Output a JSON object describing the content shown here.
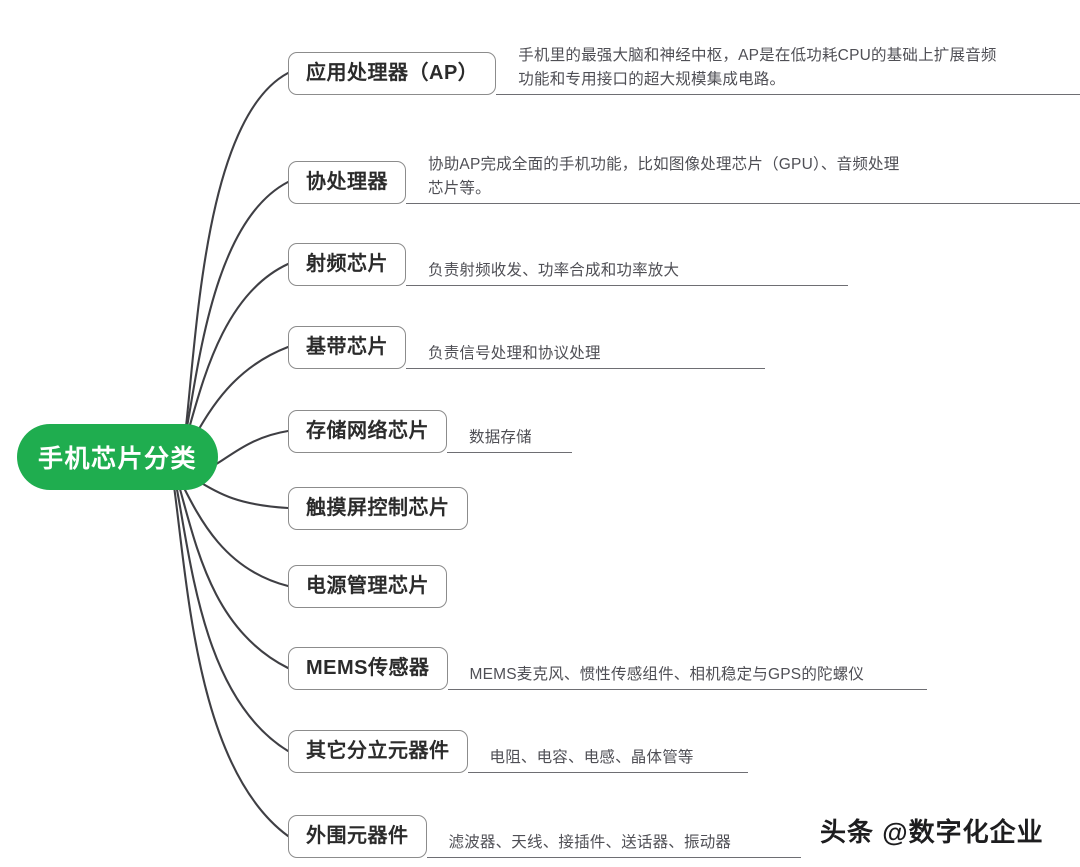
{
  "diagram": {
    "type": "mind-map",
    "orientation": "left-root-right-branches",
    "background_color": "#ffffff",
    "root": {
      "label": "手机芯片分类",
      "fill_color": "#1FAD4F",
      "text_color": "#ffffff"
    },
    "style": {
      "node_border_color": "#8c8c8c",
      "node_text_color": "#2b2b2b",
      "connector_color": "#3f3f44",
      "description_text_color": "#4f4f55",
      "description_rule_color": "#6e6e73"
    },
    "branches": [
      {
        "label": "应用处理器（AP）",
        "description": "手机里的最强大脑和神经中枢，AP是在低功耗CPU的基础上扩展音频\n功能和专用接口的超大规模集成电路。",
        "has_description": true
      },
      {
        "label": "协处理器",
        "description": "协助AP完成全面的手机功能，比如图像处理芯片（GPU）、音频处理\n芯片等。",
        "has_description": true
      },
      {
        "label": "射频芯片",
        "description": "负责射频收发、功率合成和功率放大",
        "has_description": true
      },
      {
        "label": "基带芯片",
        "description": "负责信号处理和协议处理",
        "has_description": true
      },
      {
        "label": "存储网络芯片",
        "description": "数据存储",
        "has_description": true
      },
      {
        "label": "触摸屏控制芯片",
        "description": "",
        "has_description": false
      },
      {
        "label": "电源管理芯片",
        "description": "",
        "has_description": false
      },
      {
        "label": "MEMS传感器",
        "description": "MEMS麦克风、惯性传感组件、相机稳定与GPS的陀螺仪",
        "has_description": true
      },
      {
        "label": "其它分立元器件",
        "description": "电阻、电容、电感、晶体管等",
        "has_description": true
      },
      {
        "label": "外围元器件",
        "description": "滤波器、天线、接插件、送话器、振动器",
        "has_description": true
      }
    ]
  },
  "watermark": {
    "text": "头条 @数字化企业"
  }
}
